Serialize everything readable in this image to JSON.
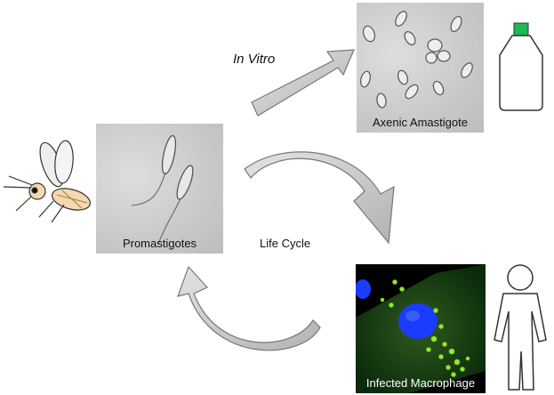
{
  "labels": {
    "in_vitro": "In Vitro",
    "life_cycle": "Life Cycle"
  },
  "panels": {
    "promastigotes": "Promastigotes",
    "axenic_amastigote": "Axenic Amastigote",
    "infected_macrophage": "Infected Macrophage"
  },
  "icons": {
    "sandfly": "sandfly-icon",
    "culture_flask": "culture-flask-icon",
    "human": "human-figure-icon"
  },
  "colors": {
    "arrow_fill": "#c8c8c8",
    "arrow_stroke": "#777777",
    "flask_cap": "#1db954",
    "nucleus": "#1a3cff",
    "parasite_green": "#6cff3a",
    "macrophage_bg": "#0b2a0b"
  }
}
